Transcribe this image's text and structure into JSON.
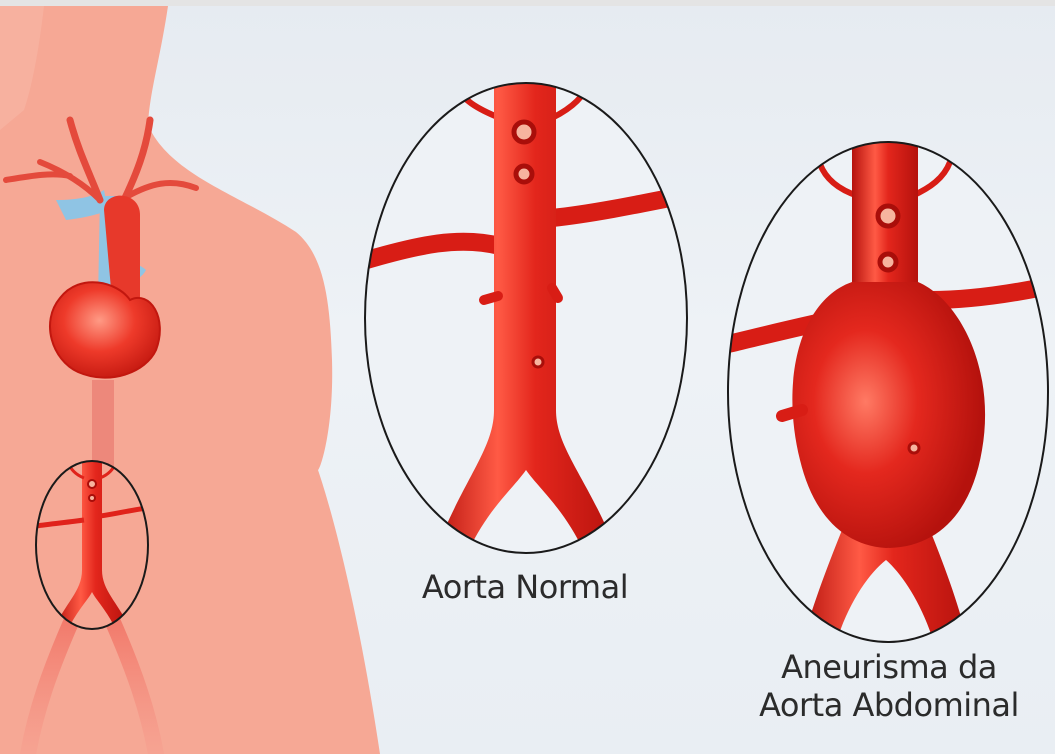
{
  "captions": {
    "normal": "Aorta Normal",
    "aneurysm_line1": "Aneurisma da",
    "aneurysm_line2": "Aorta Abdominal"
  },
  "colors": {
    "background": "#e9eef3",
    "skin": "#f6a895",
    "artery": "#e0231b",
    "artery_highlight": "#ff6a55",
    "artery_shadow": "#b5120d",
    "vein": "#8fc4e4",
    "outline": "#1a1a1a",
    "caption_text": "#2b2b2b"
  },
  "icons": {
    "figure": "human-torso-silhouette",
    "organ": "heart",
    "vessel": "aorta"
  }
}
